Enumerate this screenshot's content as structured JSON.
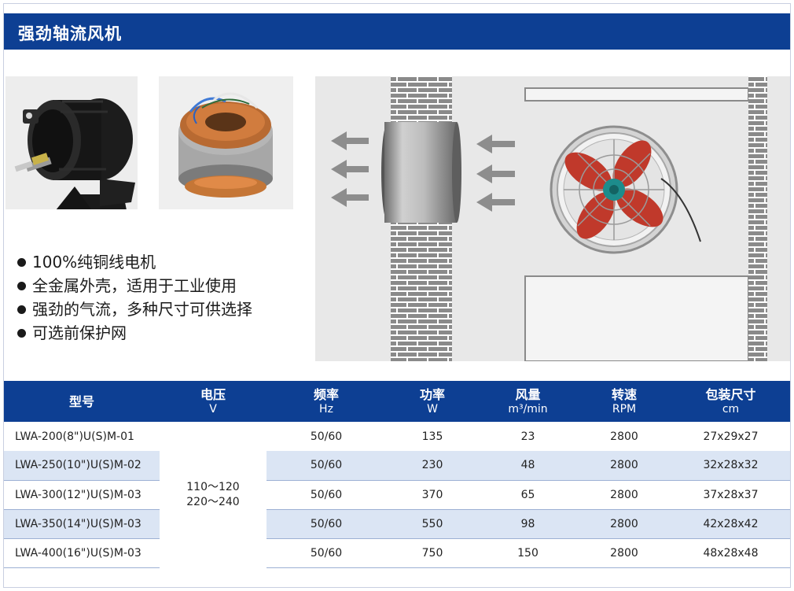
{
  "header": {
    "title": "强劲轴流风机"
  },
  "images": {
    "motor_photo": "motor-photo",
    "stator_photo": "copper-stator-photo",
    "install_diagram": "wall-installation-diagram"
  },
  "features": [
    "100%纯铜线电机",
    "全金属外壳，适用于工业使用",
    "强劲的气流，多种尺寸可供选择",
    "可选前保护网"
  ],
  "table": {
    "headers": [
      {
        "label": "型号",
        "unit": ""
      },
      {
        "label": "电压",
        "unit": "V"
      },
      {
        "label": "频率",
        "unit": "Hz"
      },
      {
        "label": "功率",
        "unit": "W"
      },
      {
        "label": "风量",
        "unit": "m³/min"
      },
      {
        "label": "转速",
        "unit": "RPM"
      },
      {
        "label": "包装尺寸",
        "unit": "cm"
      }
    ],
    "voltage": [
      "110～120",
      "220～240"
    ],
    "rows": [
      {
        "model": "LWA-200(8\")U(S)M-01",
        "freq": "50/60",
        "power": "135",
        "airflow": "23",
        "rpm": "2800",
        "size": "27x29x27"
      },
      {
        "model": "LWA-250(10\")U(S)M-02",
        "freq": "50/60",
        "power": "230",
        "airflow": "48",
        "rpm": "2800",
        "size": "32x28x32"
      },
      {
        "model": "LWA-300(12\")U(S)M-03",
        "freq": "50/60",
        "power": "370",
        "airflow": "65",
        "rpm": "2800",
        "size": "37x28x37"
      },
      {
        "model": "LWA-350(14\")U(S)M-03",
        "freq": "50/60",
        "power": "550",
        "airflow": "98",
        "rpm": "2800",
        "size": "42x28x42"
      },
      {
        "model": "LWA-400(16\")U(S)M-03",
        "freq": "50/60",
        "power": "750",
        "airflow": "150",
        "rpm": "2800",
        "size": "48x28x48"
      }
    ]
  },
  "colors": {
    "header_blue": "#0d3f93",
    "row_shade": "#dbe5f4",
    "blade_red": "#c0392b",
    "hub_teal": "#1d8c8c"
  }
}
